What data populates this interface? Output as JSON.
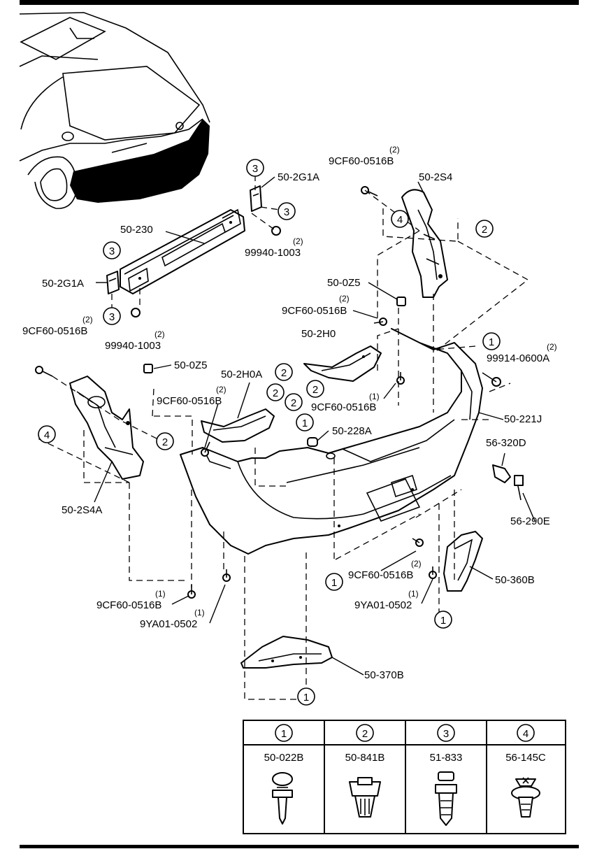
{
  "callouts": {
    "p_50_2G1A_top": "50-2G1A",
    "p_50_2S4": "50-2S4",
    "p_9CF60_top": "9CF60-0516B",
    "p_9CF60_top_qty": "(2)",
    "p_50_230": "50-230",
    "p_99940_right": "99940-1003",
    "p_99940_right_qty": "(2)",
    "p_50_2G1A_left": "50-2G1A",
    "p_50_0Z5_right": "50-0Z5",
    "p_9CF60_mid": "9CF60-0516B",
    "p_9CF60_mid_qty": "(2)",
    "p_9CF60_left": "9CF60-0516B",
    "p_9CF60_left_qty": "(2)",
    "p_99940_left": "99940-1003",
    "p_99940_left_qty": "(2)",
    "p_50_2H0": "50-2H0",
    "p_99914": "99914-0600A",
    "p_99914_qty": "(2)",
    "p_50_0Z5_left": "50-0Z5",
    "p_50_2H0A": "50-2H0A",
    "p_9CF60_left2": "9CF60-0516B",
    "p_9CF60_left2_qty": "(2)",
    "p_9CF60_center": "9CF60-0516B",
    "p_9CF60_center_qty": "(1)",
    "p_50_221J": "50-221J",
    "p_50_228A": "50-228A",
    "p_56_320D": "56-320D",
    "p_50_2S4A": "50-2S4A",
    "p_56_290E": "56-290E",
    "p_9CF60_lower": "9CF60-0516B",
    "p_9CF60_lower_qty": "(2)",
    "p_50_360B": "50-360B",
    "p_9YA01_right": "9YA01-0502",
    "p_9YA01_right_qty": "(1)",
    "p_9CF60_bottom_left": "9CF60-0516B",
    "p_9CF60_bottom_left_qty": "(1)",
    "p_9YA01_left": "9YA01-0502",
    "p_9YA01_left_qty": "(1)",
    "p_50_370B": "50-370B"
  },
  "circled_refs": {
    "c1": "1",
    "c2": "2",
    "c3": "3",
    "c4": "4"
  },
  "legend": {
    "columns": [
      {
        "num": "1",
        "part": "50-022B",
        "icon": "push-rivet-clip"
      },
      {
        "num": "2",
        "part": "50-841B",
        "icon": "square-grommet-clip"
      },
      {
        "num": "3",
        "part": "51-833",
        "icon": "fir-tree-clip"
      },
      {
        "num": "4",
        "part": "56-145C",
        "icon": "screw-grommet-clip"
      }
    ]
  }
}
